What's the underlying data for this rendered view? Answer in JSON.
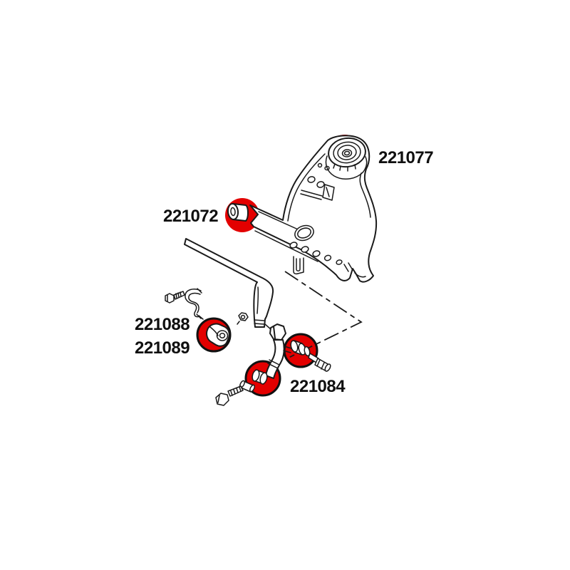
{
  "diagram": {
    "description": "Exploded line-art diagram of a front lower control arm with anti-roll bar, with polyurethane bushings highlighted in red",
    "background_color": "#ffffff",
    "line_color": "#1a1a1a",
    "highlight_color": "#e30000",
    "labels": {
      "part_221077": "221077",
      "part_221072": "221072",
      "part_221088": "221088",
      "part_221089": "221089",
      "part_221084": "221084"
    },
    "highlighted_parts": [
      {
        "number": "221077"
      },
      {
        "number": "221072"
      },
      {
        "number": "221088"
      },
      {
        "number": "221089"
      },
      {
        "number": "221084"
      }
    ]
  }
}
